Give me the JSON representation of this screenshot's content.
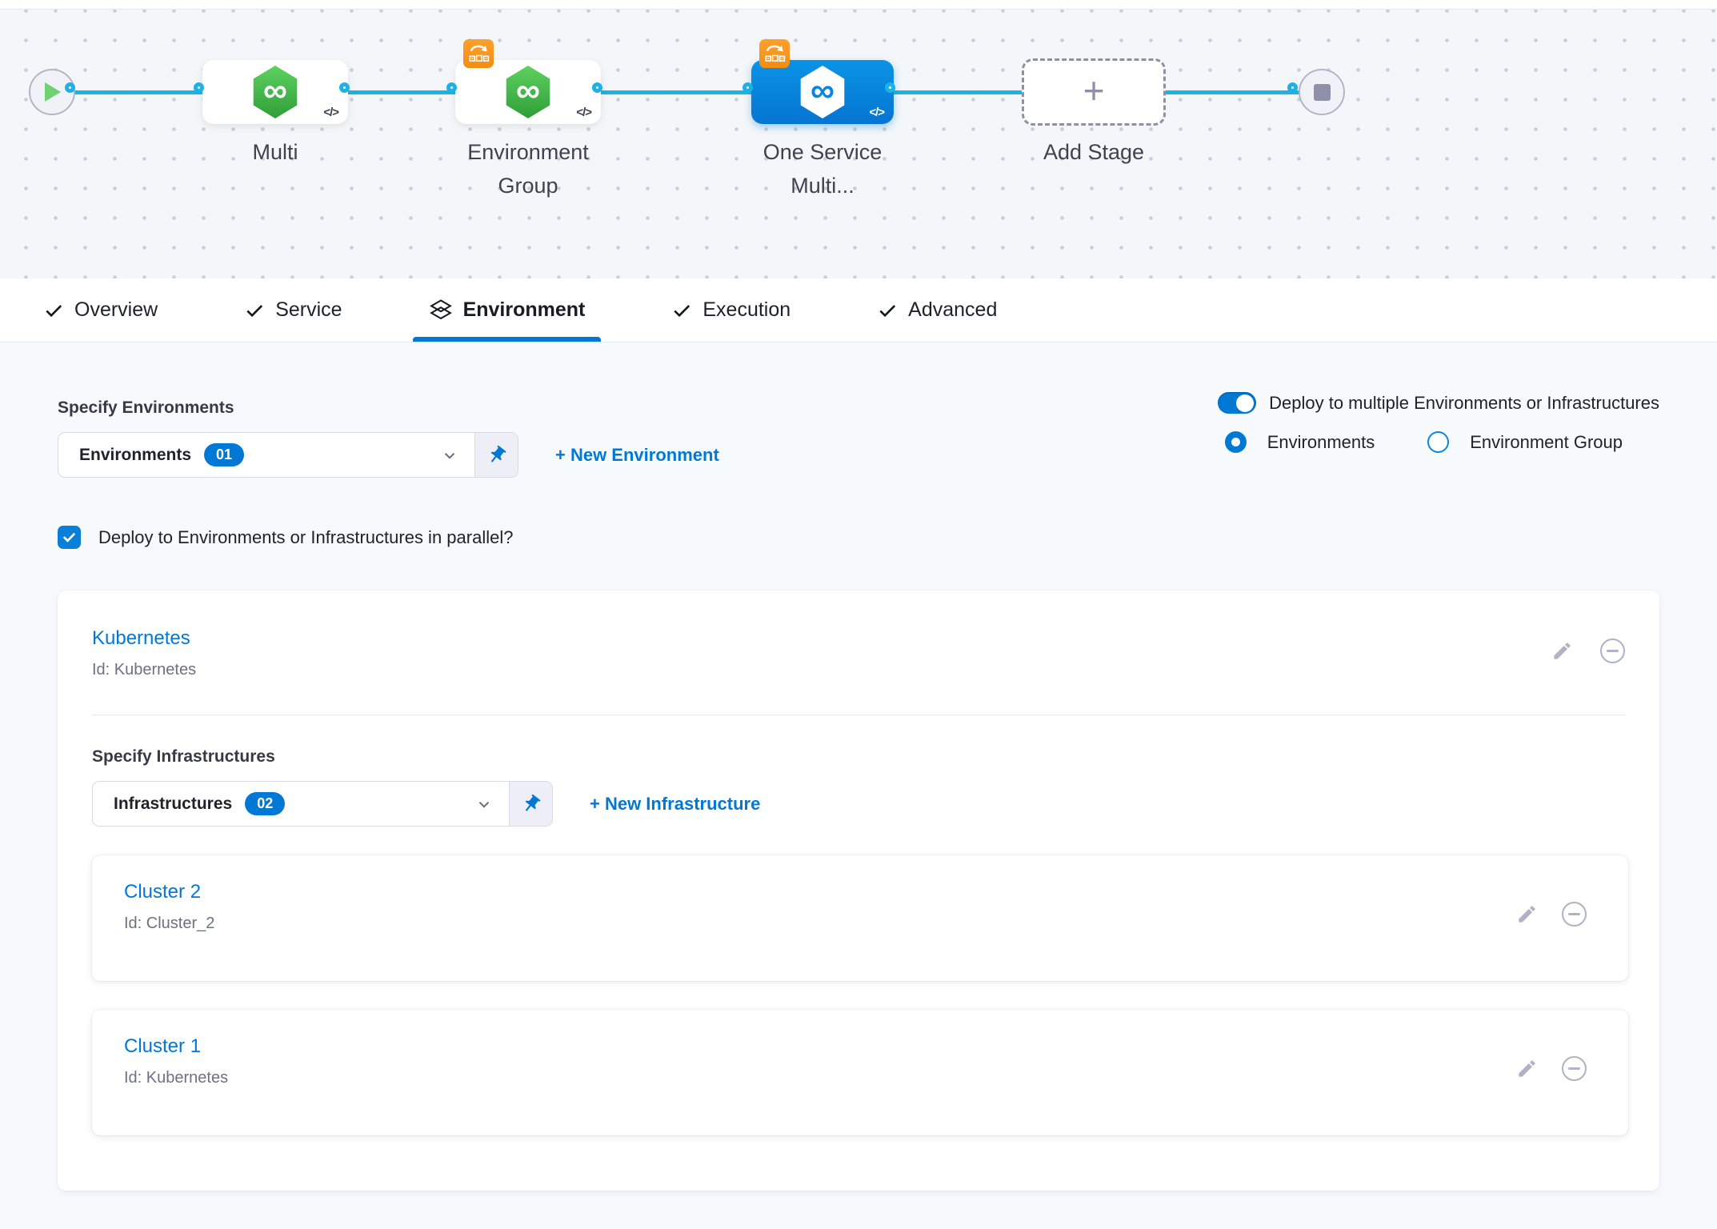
{
  "colors": {
    "accent": "#0278d5",
    "flow_line": "#1cb2e8",
    "node_green": "#42ab45",
    "badge_orange": "#f79216"
  },
  "pipeline": {
    "code_glyph": "</>",
    "nodes": [
      {
        "label": "Multi"
      },
      {
        "label": "Environment Group"
      },
      {
        "label": "One Service Multi..."
      }
    ],
    "add_stage_label": "Add Stage"
  },
  "tabs": [
    {
      "label": "Overview"
    },
    {
      "label": "Service"
    },
    {
      "label": "Environment"
    },
    {
      "label": "Execution"
    },
    {
      "label": "Advanced"
    }
  ],
  "environments_section": {
    "heading": "Specify Environments",
    "dropdown_value": "Environments",
    "dropdown_count": "01",
    "new_link": "+ New Environment",
    "toggle_label": "Deploy to multiple Environments or Infrastructures",
    "radio_environments": "Environments",
    "radio_environment_group": "Environment Group",
    "parallel_label": "Deploy to Environments or Infrastructures in parallel?"
  },
  "environment_card": {
    "name": "Kubernetes",
    "id": "Id: Kubernetes",
    "infra_heading": "Specify Infrastructures",
    "infra_dropdown_value": "Infrastructures",
    "infra_dropdown_count": "02",
    "infra_new_link": "+ New Infrastructure",
    "infrastructures": [
      {
        "name": "Cluster 2",
        "id": "Id: Cluster_2"
      },
      {
        "name": "Cluster 1",
        "id": "Id: Kubernetes"
      }
    ]
  }
}
